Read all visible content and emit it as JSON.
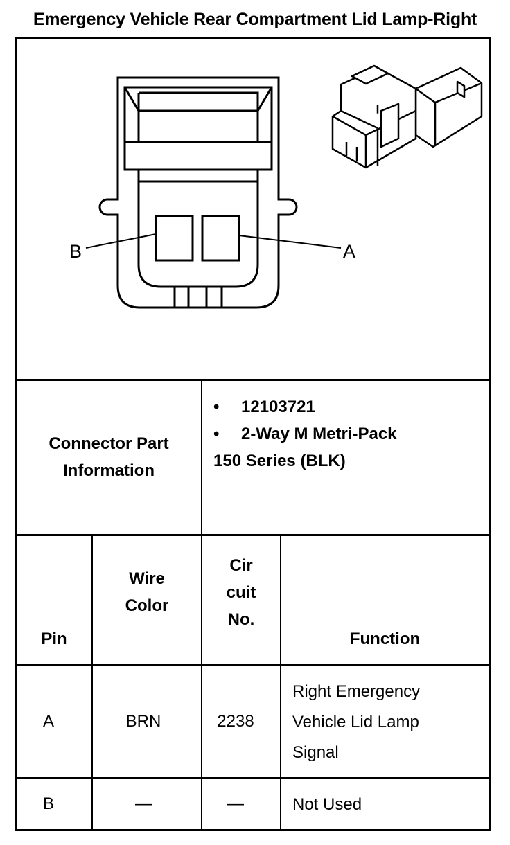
{
  "title": "Emergency Vehicle Rear Compartment Lid Lamp-Right",
  "diagram": {
    "label_b": "B",
    "label_a": "A"
  },
  "connector": {
    "label_line1": "Connector Part",
    "label_line2": "Information",
    "bullet_char": "•",
    "part_number": "12103721",
    "description_line1": "2-Way M Metri-Pack",
    "description_line2": "150 Series (BLK)"
  },
  "table": {
    "headers": {
      "pin": "Pin",
      "wire_line1": "Wire",
      "wire_line2": "Color",
      "circuit_line1": "Cir",
      "circuit_line2": "cuit",
      "circuit_line3": "No.",
      "function": "Function"
    },
    "rows": [
      {
        "pin": "A",
        "wire_color": "BRN",
        "circuit": "2238",
        "function_line1": "Right Emergency",
        "function_line2": "Vehicle Lid Lamp",
        "function_line3": "Signal"
      },
      {
        "pin": "B",
        "wire_color": "—",
        "circuit": "—",
        "function_line1": "Not Used"
      }
    ]
  }
}
